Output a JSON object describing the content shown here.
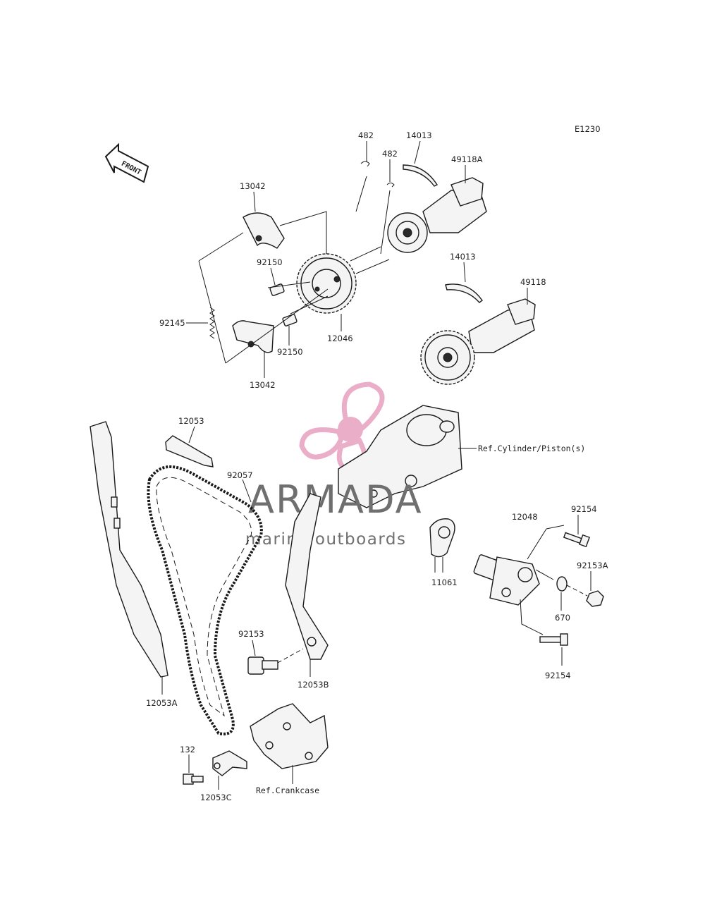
{
  "diagram_code": "E1230",
  "front_marker": "FRONT",
  "watermark": {
    "brand": "ARMADA",
    "tagline": "marine outboards",
    "logo_color": "#e8a0bf"
  },
  "parts": {
    "p482a": "482",
    "p482b": "482",
    "p14013a": "14013",
    "p49118A": "49118A",
    "p13042a": "13042",
    "p92150a": "92150",
    "p92145": "92145",
    "p92150b": "92150",
    "p12046": "12046",
    "p13042b": "13042",
    "p14013b": "14013",
    "p49118": "49118",
    "p12053": "12053",
    "p92057": "92057",
    "ref_cylinder": "Ref.Cylinder/Piston(s)",
    "p12048": "12048",
    "p92154a": "92154",
    "p92153A": "92153A",
    "p11061": "11061",
    "p670": "670",
    "p92153": "92153",
    "p12053B": "12053B",
    "p92154b": "92154",
    "p12053A": "12053A",
    "p132": "132",
    "p12053C": "12053C",
    "ref_crankcase": "Ref.Crankcase"
  }
}
